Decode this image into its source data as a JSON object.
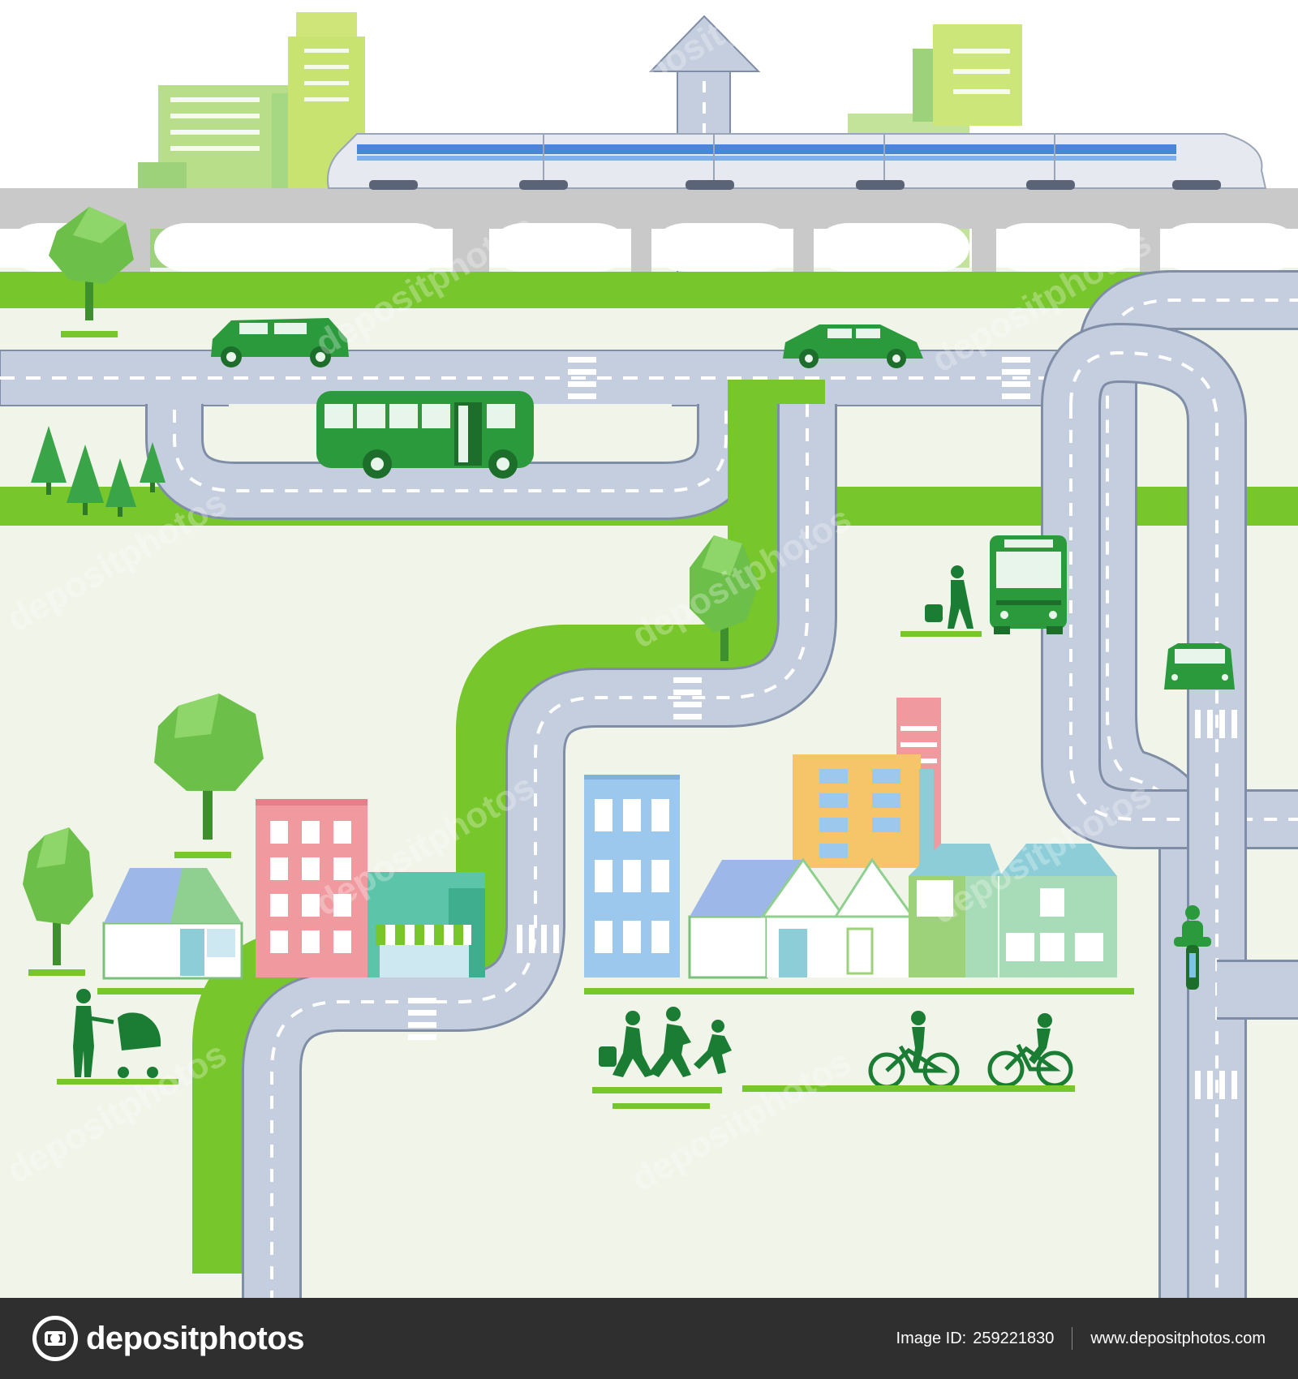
{
  "footer": {
    "brand": "depositphotos",
    "image_id_label": "Image ID:",
    "image_id": "259221830",
    "site_url": "www.depositphotos.com"
  },
  "watermark_text": "depositphotos",
  "colors": {
    "road": "#c4cede",
    "grass": "#77c62b",
    "ground": "#f1f5e9",
    "vehicle_green": "#2a9a3c",
    "figure_green": "#1b7d34"
  }
}
